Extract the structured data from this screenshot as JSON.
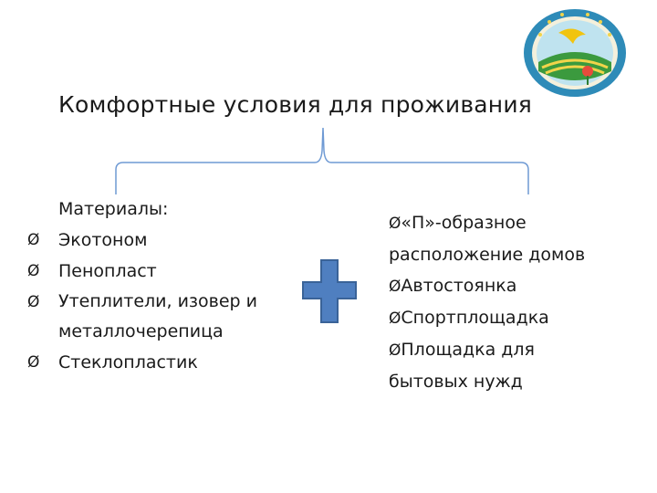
{
  "title": "Комфортные условия для проживания",
  "emblem": {
    "icon": "emblem-seal-icon",
    "ring_color": "#2e8bb8",
    "inner_color": "#f1d44a",
    "field_color": "#3b9a3e"
  },
  "left": {
    "heading": "Материалы:",
    "bullet": "Ø",
    "items": [
      {
        "line1": "Экотоном"
      },
      {
        "line1": "Пенопласт"
      },
      {
        "line1": "Утеплители, изовер и",
        "line2": "металлочерепица"
      },
      {
        "line1": "Стеклопластик"
      }
    ]
  },
  "plus": {
    "icon": "plus-icon",
    "fill": "#4f7fc0",
    "stroke": "#3a6398"
  },
  "right": {
    "bullet": "Ø",
    "lines": [
      {
        "bullet": true,
        "text": "«П»-образное"
      },
      {
        "bullet": false,
        "text": "расположение  домов"
      },
      {
        "bullet": true,
        "text": "Автостоянка"
      },
      {
        "bullet": true,
        "text": "Спортплощадка"
      },
      {
        "bullet": true,
        "text": "Площадка для"
      },
      {
        "bullet": false,
        "text": "бытовых нужд"
      }
    ]
  },
  "brace_color": "#6f9ad4"
}
